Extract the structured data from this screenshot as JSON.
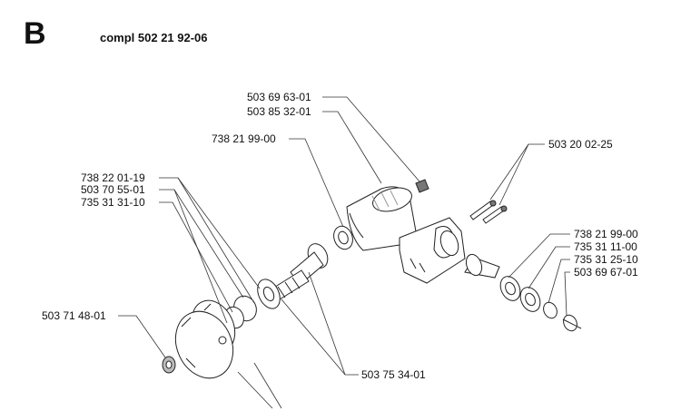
{
  "header": {
    "section_letter": "B",
    "assembly_title": "compl 502 21 92-06"
  },
  "labels": {
    "p_503_69_63_01": "503 69 63-01",
    "p_503_85_32_01": "503 85 32-01",
    "p_738_21_99_00_top": "738 21 99-00",
    "p_503_20_02_25": "503 20 02-25",
    "p_738_22_01_19": "738 22 01-19",
    "p_503_70_55_01": "503 70 55-01",
    "p_735_31_31_10": "735 31 31-10",
    "p_738_21_99_00_right": "738 21 99-00",
    "p_735_31_11_00": "735 31 11-00",
    "p_735_31_25_10": "735 31 25-10",
    "p_503_69_67_01": "503 69 67-01",
    "p_503_71_48_01": "503 71 48-01",
    "p_503_75_34_01": "503 75 34-01"
  }
}
